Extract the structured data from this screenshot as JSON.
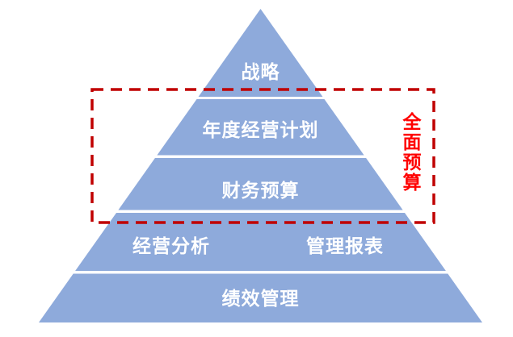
{
  "diagram": {
    "type": "pyramid",
    "levels": [
      {
        "label": "战略"
      },
      {
        "label": "年度经营计划"
      },
      {
        "label": "财务预算"
      },
      {
        "label_left": "经营分析",
        "label_right": "管理报表"
      },
      {
        "label": "绩效管理"
      }
    ],
    "annotation": {
      "text": "全面预算"
    },
    "colors": {
      "pyramid_fill": "#8EAADB",
      "level_text": "#FFFFFF",
      "annotation_text": "#FF0000",
      "dashed_box": "#C00000",
      "background": "#FFFFFF"
    }
  }
}
